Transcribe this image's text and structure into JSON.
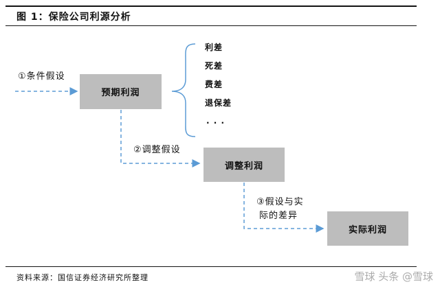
{
  "title": "图 1：保险公司利源分析",
  "boxes": {
    "expected_profit": "预期利润",
    "adjusted_profit": "调整利润",
    "actual_profit": "实际利润"
  },
  "labels": {
    "assumption": "①条件假设",
    "adjust_assumption": "②调整假设",
    "diff_line1": "③假设与实",
    "diff_line2": "际的差异"
  },
  "profit_items": [
    "利差",
    "死差",
    "费差",
    "退保差",
    "· · ·"
  ],
  "source": "资料来源：国信证券经济研究所整理",
  "watermark": "雪球  头条 @雪球",
  "colors": {
    "arrow": "#5b9bd5",
    "box": "#bdbdbd"
  }
}
